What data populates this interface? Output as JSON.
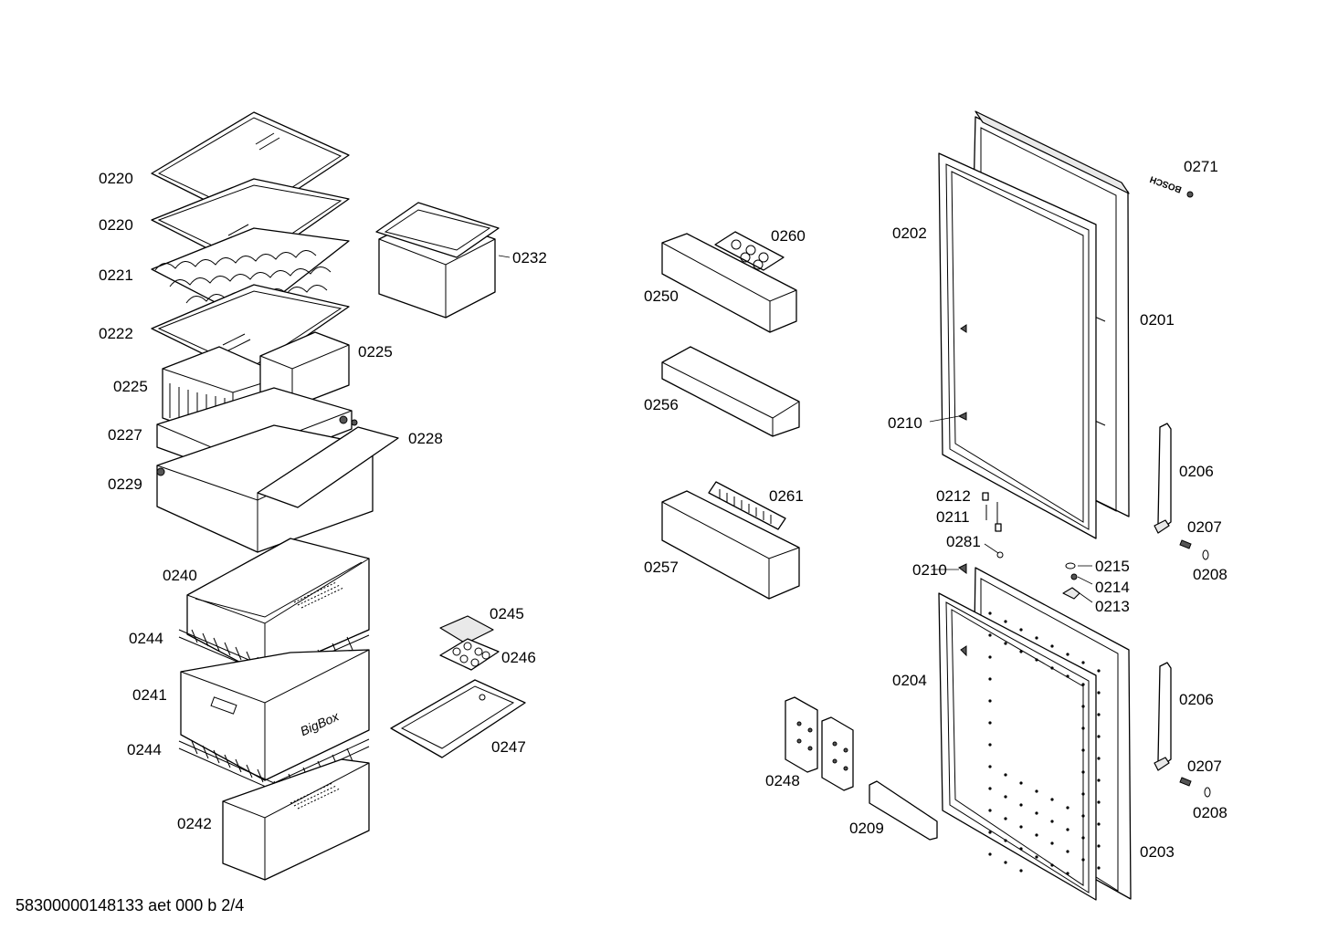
{
  "footer_text": "58300000148133 aet 000 b 2/4",
  "labels": [
    {
      "id": "0220a",
      "text": "0220"
    },
    {
      "id": "0220b",
      "text": "0220"
    },
    {
      "id": "0221",
      "text": "0221"
    },
    {
      "id": "0222",
      "text": "0222"
    },
    {
      "id": "0225a",
      "text": "0225"
    },
    {
      "id": "0225b",
      "text": "0225"
    },
    {
      "id": "0227",
      "text": "0227"
    },
    {
      "id": "0228",
      "text": "0228"
    },
    {
      "id": "0229",
      "text": "0229"
    },
    {
      "id": "0232",
      "text": "0232"
    },
    {
      "id": "0240",
      "text": "0240"
    },
    {
      "id": "0244a",
      "text": "0244"
    },
    {
      "id": "0241",
      "text": "0241"
    },
    {
      "id": "0244b",
      "text": "0244"
    },
    {
      "id": "0242",
      "text": "0242"
    },
    {
      "id": "0245",
      "text": "0245"
    },
    {
      "id": "0246",
      "text": "0246"
    },
    {
      "id": "0247",
      "text": "0247"
    },
    {
      "id": "0260",
      "text": "0260"
    },
    {
      "id": "0250",
      "text": "0250"
    },
    {
      "id": "0256",
      "text": "0256"
    },
    {
      "id": "0261",
      "text": "0261"
    },
    {
      "id": "0257",
      "text": "0257"
    },
    {
      "id": "0248",
      "text": "0248"
    },
    {
      "id": "0209",
      "text": "0209"
    },
    {
      "id": "0202",
      "text": "0202"
    },
    {
      "id": "0201",
      "text": "0201"
    },
    {
      "id": "0271",
      "text": "0271"
    },
    {
      "id": "0210a",
      "text": "0210"
    },
    {
      "id": "0206a",
      "text": "0206"
    },
    {
      "id": "0212",
      "text": "0212"
    },
    {
      "id": "0211",
      "text": "0211"
    },
    {
      "id": "0207a",
      "text": "0207"
    },
    {
      "id": "0281",
      "text": "0281"
    },
    {
      "id": "0208a",
      "text": "0208"
    },
    {
      "id": "0210b",
      "text": "0210"
    },
    {
      "id": "0215",
      "text": "0215"
    },
    {
      "id": "0214",
      "text": "0214"
    },
    {
      "id": "0213",
      "text": "0213"
    },
    {
      "id": "0204",
      "text": "0204"
    },
    {
      "id": "0206b",
      "text": "0206"
    },
    {
      "id": "0207b",
      "text": "0207"
    },
    {
      "id": "0208b",
      "text": "0208"
    },
    {
      "id": "0203",
      "text": "0203"
    }
  ],
  "drawer_brand_text": "BigBox",
  "door_brand_text": "BOSCH"
}
